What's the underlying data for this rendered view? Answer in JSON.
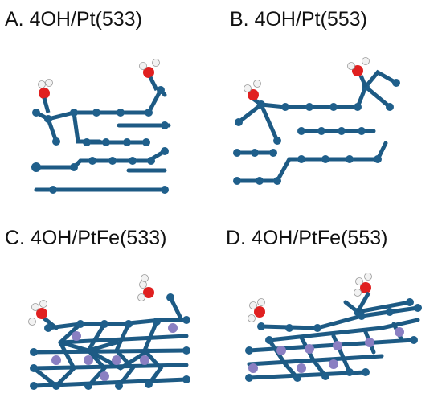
{
  "panels": [
    {
      "id": "A",
      "label": "A. 4OH/Pt(533)"
    },
    {
      "id": "B",
      "label": "B. 4OH/Pt(553)"
    },
    {
      "id": "C",
      "label": "C. 4OH/PtFe(533)"
    },
    {
      "id": "D",
      "label": "D. 4OH/PtFe(553)"
    }
  ],
  "colors": {
    "pt_atom": "#1f5f8b",
    "pt_bond": "#1d5a84",
    "fe_atom": "#8a7fc2",
    "oxygen": "#e02020",
    "hydrogen": "#f2f2f2",
    "background": "#ffffff"
  }
}
